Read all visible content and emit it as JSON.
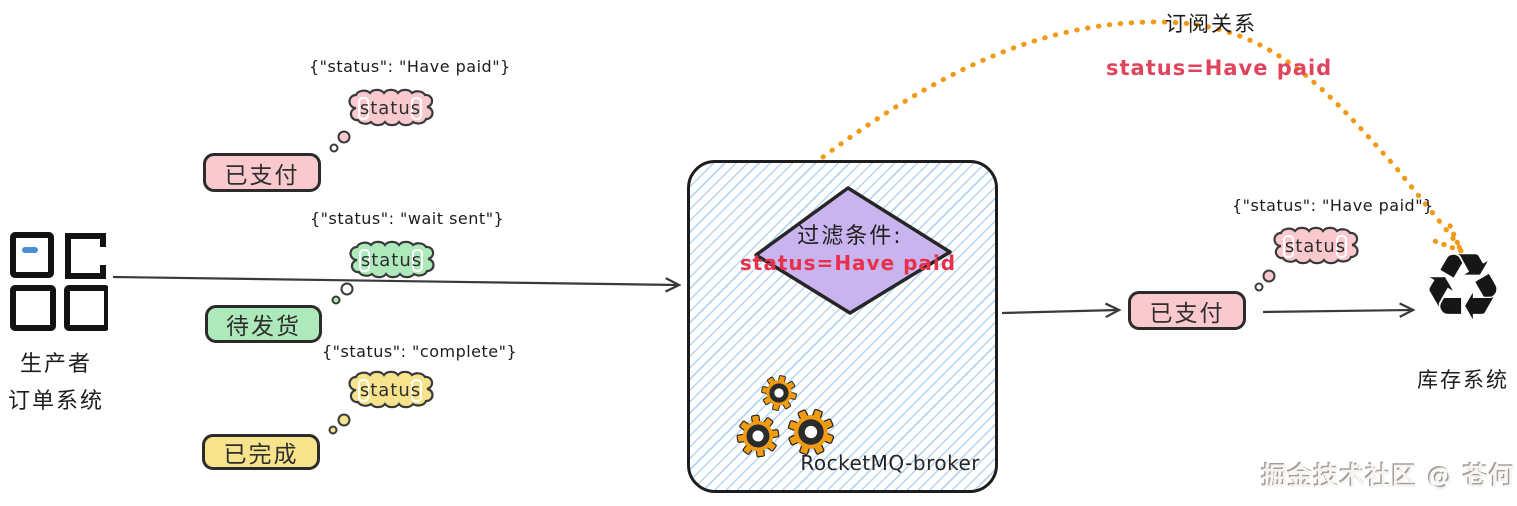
{
  "producer": {
    "role": "生产者",
    "system": "订单系统"
  },
  "messages": [
    {
      "label": "已支付",
      "tag": "status",
      "annotation": "{\"status\": \"Have paid\"}"
    },
    {
      "label": "待发货",
      "tag": "status",
      "annotation": "{\"status\": \"wait sent\"}"
    },
    {
      "label": "已完成",
      "tag": "status",
      "annotation": "{\"status\": \"complete\"}"
    }
  ],
  "broker": {
    "name": "RocketMQ-broker",
    "filter_label": "过滤条件:",
    "filter_expr": "status=Have paid"
  },
  "subscription": {
    "label": "订阅关系",
    "expr": "status=Have paid"
  },
  "consumer": {
    "message_label": "已支付",
    "message_tag": "status",
    "annotation": "{\"status\": \"Have paid\"}",
    "recycle_glyph": "♻",
    "system": "库存系统"
  },
  "watermark": "掘金技术社区 @ 苍何",
  "colors": {
    "paid_pink": "#f9c9ce",
    "wait_green": "#aee9bb",
    "complete_yellow": "#f6e38b",
    "filter_purple": "#c9b4ef",
    "subscription_orange": "#f09a18",
    "filter_red": "#e8304a",
    "hatch_blue": "#78b2e6"
  }
}
